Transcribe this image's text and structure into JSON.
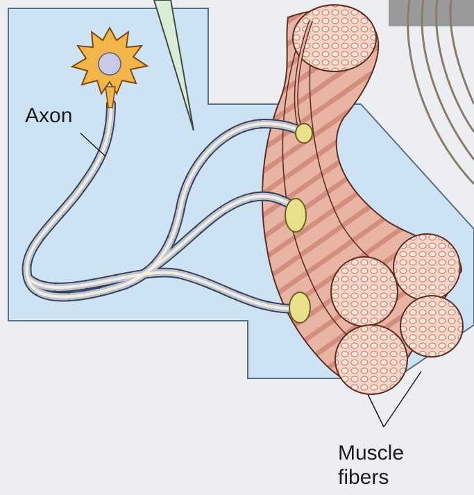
{
  "labels": {
    "axon": "Axon",
    "muscle_line1": "Muscle",
    "muscle_line2": "fibers"
  },
  "colors": {
    "panel": "#cde3f3",
    "panel_stroke": "#5a6f86",
    "muscle": "#e8b4a4",
    "muscle_stripe": "#c98672",
    "muscle_end": "#f3c9bd",
    "axon_fill": "#f6edd8",
    "myelin": "#b7c4dc",
    "neuron_body": "#f2b54a",
    "nucleus": "#c9cbe6",
    "endplate": "#e8e08a"
  },
  "icons": {
    "neuron": "neuron-cell-body-icon",
    "synapse": "neuromuscular-junction-icon",
    "electrode": "electrode-needle-icon"
  }
}
